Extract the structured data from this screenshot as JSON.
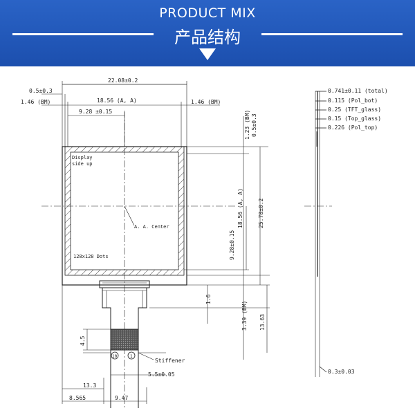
{
  "banner": {
    "title": "PRODUCT MIX",
    "subtitle": "产品结构"
  },
  "dims": {
    "w_total": "22.08±0.2",
    "offset_left": "0.5±0.3",
    "bm_left": "1.46 (BM)",
    "aa_width": "18.56 (A, A)",
    "bm_right": "1.46 (BM)",
    "half_aa_width": "9.28 ±0.15",
    "bm_top": "1.23 (BM)",
    "offset_top": "0.5±0.3",
    "aa_height": "18.56 (A, A)",
    "half_aa_height": "9.28±0.15",
    "h_total": "25.78±0.2",
    "fpc_gap": "1.6",
    "bm_bottom": "3.39 (BM)",
    "tail_length": "13.63",
    "stiffener_h": "4.5",
    "stiffener_w": "5.5±0.05",
    "tail_center": "13.3",
    "left_offset": "8.565",
    "tail_width": "9.47"
  },
  "labels": {
    "display_side": "Display side up",
    "dots": "128x128 Dots",
    "aa_center": "A. A. Center",
    "stiffener": "Stiffener",
    "pin10": "10",
    "pin1": "1"
  },
  "side": {
    "total": "0.741±0.11 (total)",
    "pol_bot": "0.115 (Pol_bot)",
    "tft": "0.25 (TFT_glass)",
    "top_glass": "0.15 (Top_glass)",
    "pol_top": "0.226 (Pol_top)",
    "tail": "0.3±0.03"
  }
}
